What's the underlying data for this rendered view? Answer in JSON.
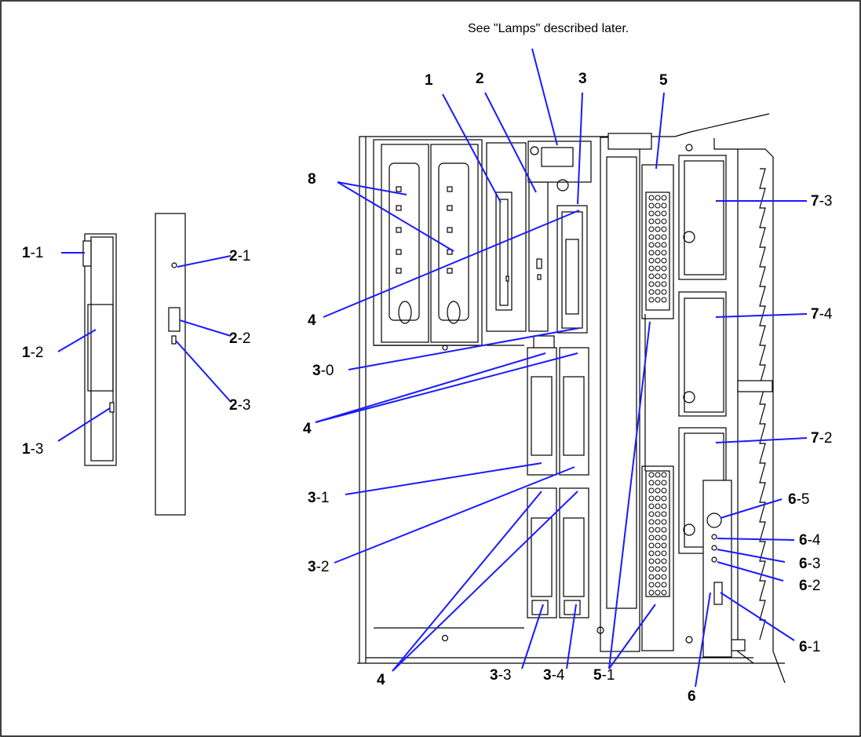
{
  "caption": "See \"Lamps\" described later.",
  "labels": {
    "top_1": "1",
    "top_2": "2",
    "top_3": "3",
    "top_5": "5",
    "top_8": "8",
    "l_1_1_num": "1",
    "l_1_1_sub": "-1",
    "l_1_2_num": "1",
    "l_1_2_sub": "-2",
    "l_1_3_num": "1",
    "l_1_3_sub": "-3",
    "l_2_1_num": "2",
    "l_2_1_sub": "-1",
    "l_2_2_num": "2",
    "l_2_2_sub": "-2",
    "l_2_3_num": "2",
    "l_2_3_sub": "-3",
    "l_4_a": "4",
    "l_3_0_num": "3",
    "l_3_0_sub": "-0",
    "l_4_b": "4",
    "l_3_1_num": "3",
    "l_3_1_sub": "-1",
    "l_3_2_num": "3",
    "l_3_2_sub": "-2",
    "l_4_c": "4",
    "l_3_3_num": "3",
    "l_3_3_sub": "-3",
    "l_3_4_num": "3",
    "l_3_4_sub": "-4",
    "l_5_1_num": "5",
    "l_5_1_sub": "-1",
    "l_6": "6",
    "l_7_3_num": "7",
    "l_7_3_sub": "-3",
    "l_7_4_num": "7",
    "l_7_4_sub": "-4",
    "l_7_2_num": "7",
    "l_7_2_sub": "-2",
    "l_6_5_num": "6",
    "l_6_5_sub": "-5",
    "l_6_4_num": "6",
    "l_6_4_sub": "-4",
    "l_6_3_num": "6",
    "l_6_3_sub": "-3",
    "l_6_2_num": "6",
    "l_6_2_sub": "-2",
    "l_6_1_num": "6",
    "l_6_1_sub": "-1"
  },
  "colors": {
    "leader": "#1a1aff",
    "line": "#000000",
    "background": "#ffffff"
  }
}
